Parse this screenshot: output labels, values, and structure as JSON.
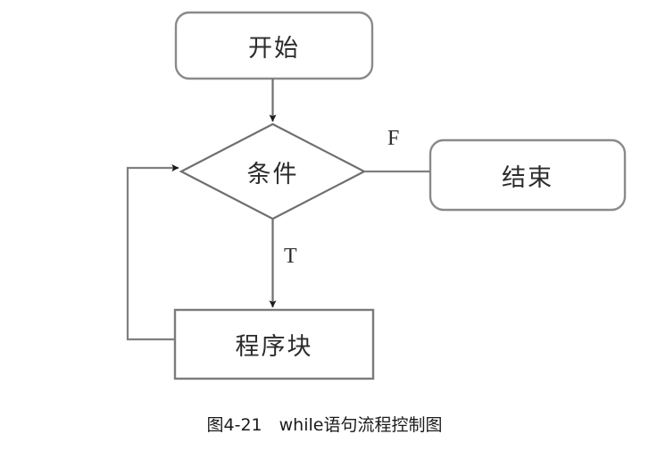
{
  "figure": {
    "caption": "图4-21　while语句流程控制图",
    "background_color": "#ffffff",
    "stroke_color": "#7f7f7f",
    "text_color": "#2b2b2b"
  },
  "nodes": {
    "start": {
      "label": "开始",
      "shape": "rounded-rectangle"
    },
    "condition": {
      "label": "条件",
      "shape": "diamond"
    },
    "end": {
      "label": "结束",
      "shape": "rounded-rectangle"
    },
    "body": {
      "label": "程序块",
      "shape": "rectangle"
    }
  },
  "edges": {
    "false_label": "F",
    "true_label": "T"
  }
}
